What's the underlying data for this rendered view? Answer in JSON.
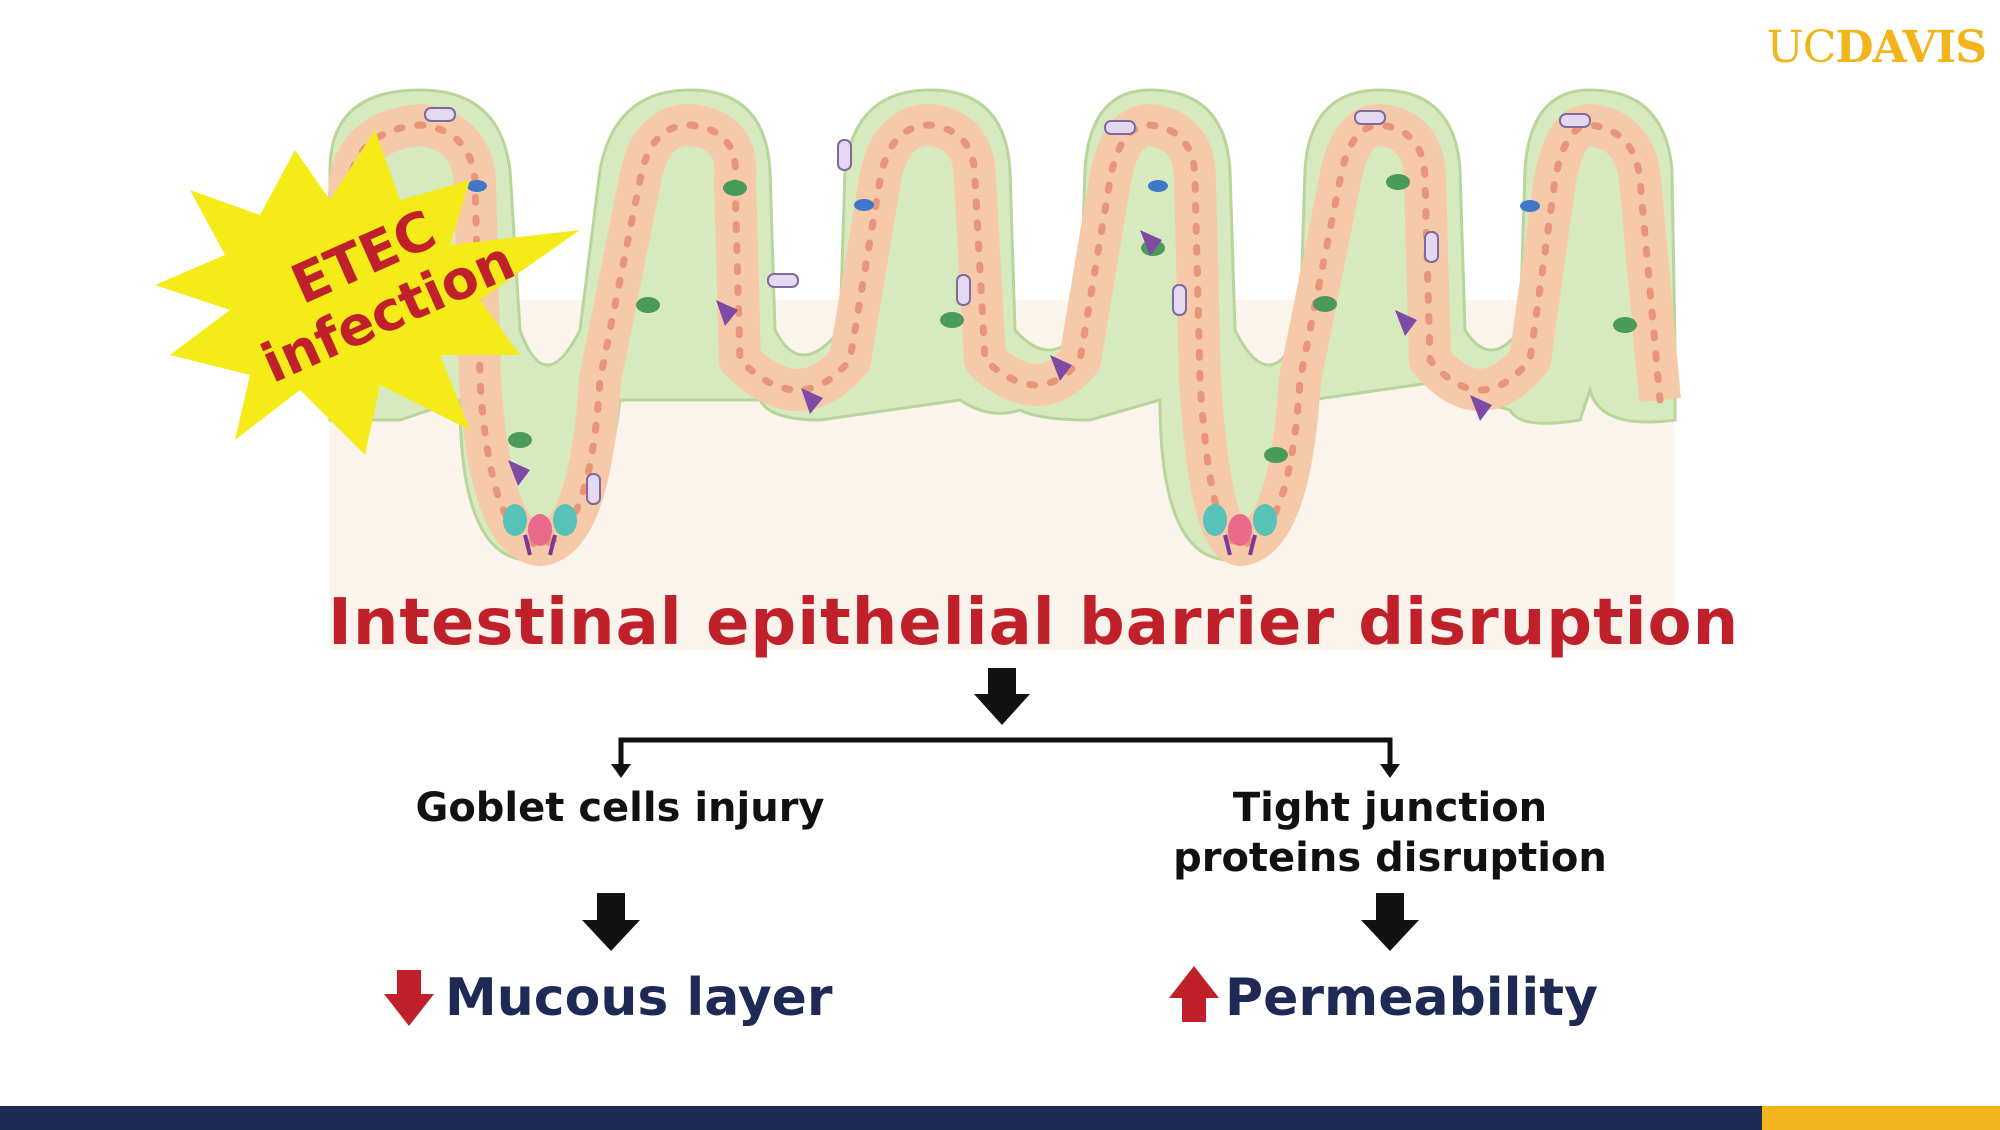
{
  "logo": {
    "part1": "UC",
    "part2": "DAVIS"
  },
  "burst": {
    "line1": "ETEC",
    "line2": "infection"
  },
  "headline": "Intestinal epithelial barrier disruption",
  "branches": {
    "left_label": "Goblet cells injury",
    "right_label_line1": "Tight junction",
    "right_label_line2": "proteins disruption"
  },
  "outcomes": {
    "left": {
      "arrow": "down",
      "text": "Mucous layer"
    },
    "right": {
      "arrow": "up",
      "text": "Permeability"
    }
  },
  "colors": {
    "gold": "#F2B31B",
    "navy": "#1B2B52",
    "red": "#C0202A",
    "outcome_text": "#1E2A55",
    "mucus": "#D6E9BF",
    "epithelium": "#F6C9A8",
    "lumen_bg": "#FBF4EC",
    "burst": "#F5EB18"
  },
  "icons": [
    "down-arrow-icon",
    "up-arrow-icon",
    "bracket-arrow-icon"
  ]
}
